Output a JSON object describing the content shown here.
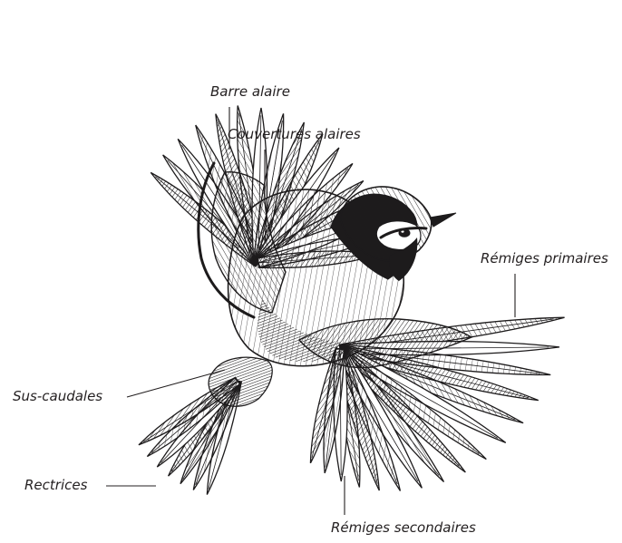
{
  "diagram": {
    "labels": {
      "barre_alaire": "Barre alaire",
      "couvertures_alaires": "Couvertures alaires",
      "remiges_primaires": "Rémiges primaires",
      "sus_caudales": "Sus-caudales",
      "rectrices": "Rectrices",
      "remiges_secondaires": "Rémiges secondaires"
    }
  }
}
